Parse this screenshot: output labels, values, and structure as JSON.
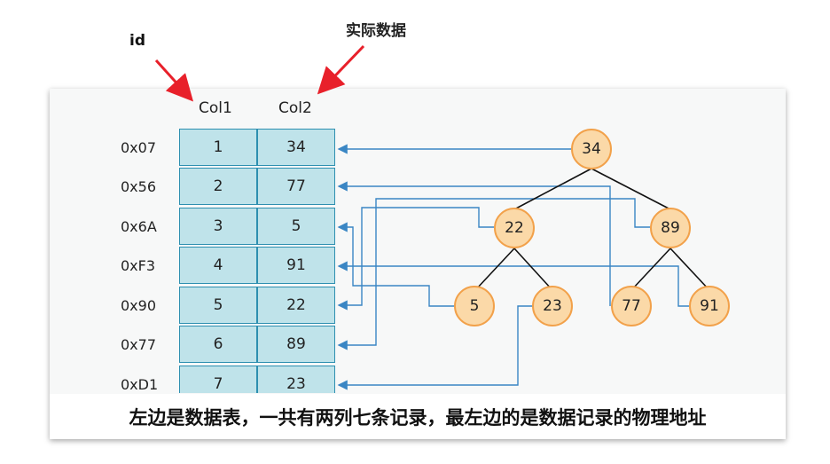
{
  "labels": {
    "id": "id",
    "actual_data": "实际数据",
    "col1": "Col1",
    "col2": "Col2",
    "caption": "左边是数据表，一共有两列七条记录，最左边的是数据记录的物理地址"
  },
  "table": {
    "rows": [
      {
        "address": "0x07",
        "col1": "1",
        "col2": "34"
      },
      {
        "address": "0x56",
        "col1": "2",
        "col2": "77"
      },
      {
        "address": "0x6A",
        "col1": "3",
        "col2": "5"
      },
      {
        "address": "0xF3",
        "col1": "4",
        "col2": "91"
      },
      {
        "address": "0x90",
        "col1": "5",
        "col2": "22"
      },
      {
        "address": "0x77",
        "col1": "6",
        "col2": "89"
      },
      {
        "address": "0xD1",
        "col1": "7",
        "col2": "23"
      }
    ]
  },
  "tree": {
    "nodes": [
      {
        "key": "n34",
        "value": "34",
        "row": 0
      },
      {
        "key": "n22",
        "value": "22",
        "row": 4
      },
      {
        "key": "n89",
        "value": "89",
        "row": 5
      },
      {
        "key": "n5",
        "value": "5",
        "row": 2
      },
      {
        "key": "n23",
        "value": "23",
        "row": 6
      },
      {
        "key": "n77",
        "value": "77",
        "row": 1
      },
      {
        "key": "n91",
        "value": "91",
        "row": 3
      }
    ],
    "edges": [
      [
        "n34",
        "n22"
      ],
      [
        "n34",
        "n89"
      ],
      [
        "n22",
        "n5"
      ],
      [
        "n22",
        "n23"
      ],
      [
        "n89",
        "n77"
      ],
      [
        "n89",
        "n91"
      ]
    ]
  },
  "colors": {
    "arrow_red": "#e8202a",
    "cell_fill": "#bfe3ea",
    "cell_border": "#2d8fb0",
    "pointer_line": "#3a86c4",
    "node_fill": "#fbd9a8",
    "node_border": "#f2a14a",
    "tree_edge": "#111111"
  }
}
